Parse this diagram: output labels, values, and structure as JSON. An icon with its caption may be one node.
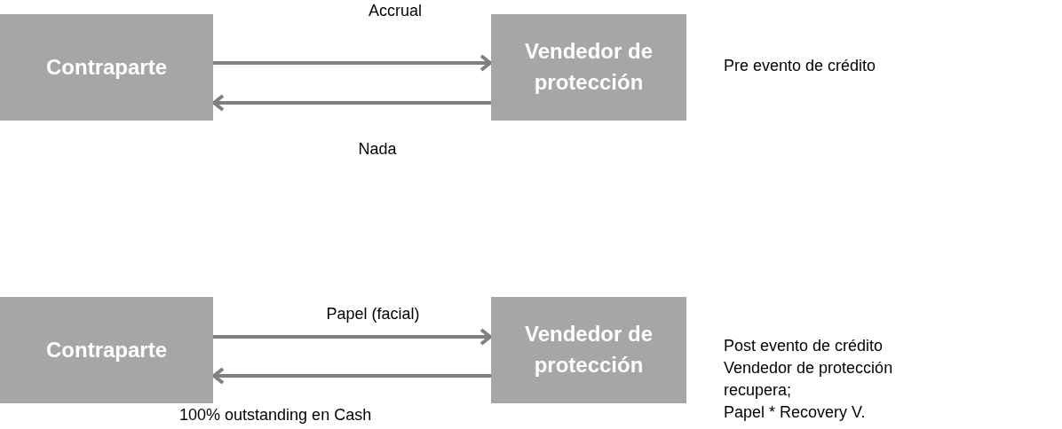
{
  "diagram": {
    "nodes": [
      {
        "text": [
          "Contraparte"
        ]
      },
      {
        "text": [
          "Vendedor de protección"
        ]
      },
      {
        "text": [
          "Contraparte"
        ]
      },
      {
        "text": [
          "Vendedor de protección"
        ]
      }
    ],
    "edges": [
      {
        "from": 0,
        "to": 1,
        "arrow": "to",
        "label": "Accrual"
      },
      {
        "from": 1,
        "to": 0,
        "arrow": "to",
        "label": "Nada"
      },
      {
        "from": 2,
        "to": 3,
        "arrow": "to",
        "label": "Papel (facial)"
      },
      {
        "from": 3,
        "to": 2,
        "arrow": "to",
        "label": "100% outstanding en Cash"
      }
    ],
    "labels": [
      "Pre evento de crédito",
      "Post evento de crédito",
      "Vendedor de protección recupera;",
      "Papel * Recovery V."
    ]
  }
}
